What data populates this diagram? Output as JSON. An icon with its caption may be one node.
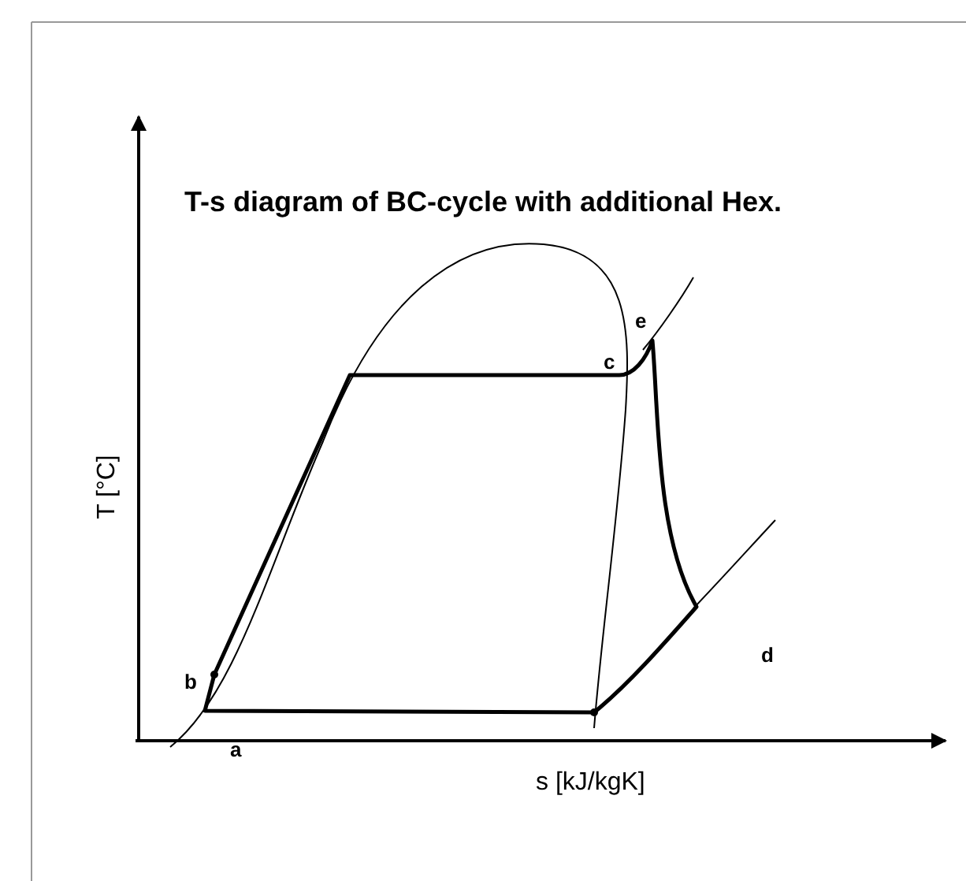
{
  "diagram": {
    "title": "T-s diagram of BC-cycle with additional Hex.",
    "labels": [
      "e",
      "c",
      "T [°C]",
      "d",
      "b",
      "a",
      "s [kJ/kgK]"
    ]
  }
}
